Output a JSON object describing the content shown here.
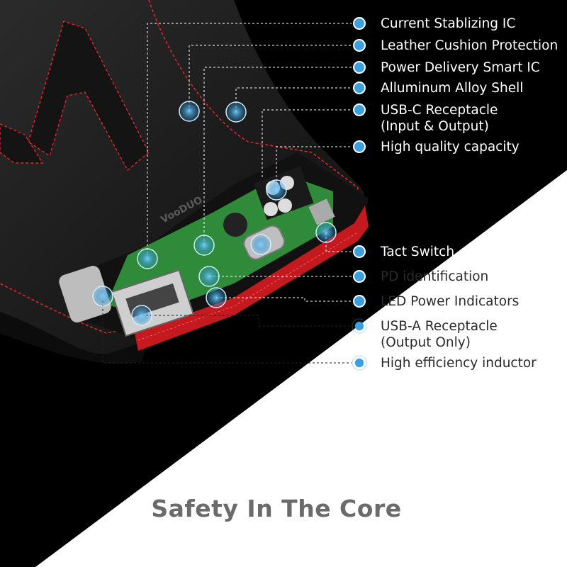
{
  "brand_mark": "VooDUO",
  "labels": {
    "current_ic": "Current Stablizing IC",
    "leather": "Leather Cushion Protection",
    "pd_ic": "Power Delivery Smart IC",
    "shell": "Alluminum Alloy Shell",
    "usbc_line1": "USB-C Receptacle",
    "usbc_line2": "(Input & Output)",
    "capacity": "High quality capacity",
    "tact": "Tact Switch",
    "pd_id": "PD  identification",
    "led": "LED Power Indicators",
    "usba_line1": "USB-A Receptacle",
    "usba_line2": "(Output Only)",
    "inductor": "High efficiency inductor"
  },
  "tagline": "Safety In The Core",
  "colors": {
    "background_dark": "#000000",
    "background_light": "#ffffff",
    "marker": "#3aa0e0",
    "stitch": "#e0262b",
    "pcb": "#2f8a3a",
    "tagline": "#6b6b6b"
  }
}
